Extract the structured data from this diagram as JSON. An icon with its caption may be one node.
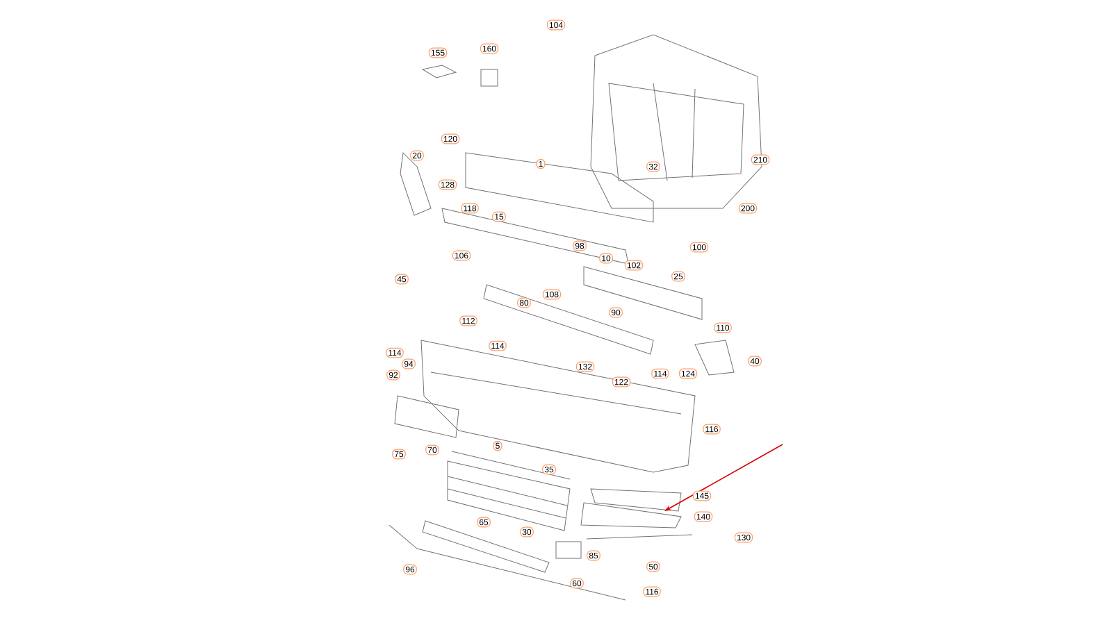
{
  "diagram": {
    "labels": [
      "104",
      "155",
      "160",
      "120",
      "20",
      "1",
      "32",
      "210",
      "128",
      "118",
      "15",
      "200",
      "98",
      "100",
      "106",
      "10",
      "102",
      "25",
      "45",
      "108",
      "80",
      "90",
      "112",
      "110",
      "114",
      "114",
      "94",
      "92",
      "40",
      "132",
      "122",
      "114",
      "124",
      "116",
      "75",
      "70",
      "5",
      "35",
      "145",
      "140",
      "30",
      "65",
      "130",
      "85",
      "50",
      "96",
      "60",
      "116"
    ]
  }
}
